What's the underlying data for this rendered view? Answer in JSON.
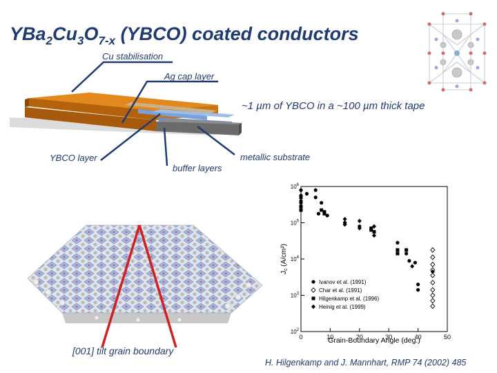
{
  "title": {
    "base": "YBa",
    "sub1": "2",
    "mid1": "Cu",
    "sub2": "3",
    "mid2": "O",
    "sub3": "7-x",
    "rest": " (YBCO) coated conductors"
  },
  "labels": {
    "cu_stab": "Cu stabilisation",
    "ag_cap": "Ag cap layer",
    "thickness": "~1 µm of YBCO in a ~100 µm thick tape",
    "ybco_layer": "YBCO layer",
    "buffer_layers": "buffer layers",
    "metallic_substrate": "metallic substrate",
    "grain_boundary": "[001] tilt grain boundary",
    "citation": "H. Hilgenkamp and J. Mannhart, RMP 74 (2002) 485"
  },
  "chart_data": {
    "type": "scatter",
    "xlabel": "Grain-Boundary Angle (deg.)",
    "ylabel": "J",
    "ylabel_sub": "c",
    "ylabel_unit": "(A/cm²)",
    "xlim": [
      0,
      50
    ],
    "ylim_log10": [
      2,
      6
    ],
    "x_ticks": [
      "0",
      "10",
      "20",
      "30",
      "40",
      "50"
    ],
    "y_ticks": [
      {
        "base": "10",
        "exp": "2",
        "log": 2
      },
      {
        "base": "10",
        "exp": "3",
        "log": 3
      },
      {
        "base": "10",
        "exp": "4",
        "log": 4
      },
      {
        "base": "10",
        "exp": "5",
        "log": 5
      },
      {
        "base": "10",
        "exp": "6",
        "log": 6
      }
    ],
    "legend": {
      "placement": "bottom-left",
      "entries": [
        {
          "name": "Ivanov et al. (1991)",
          "marker": "circle"
        },
        {
          "name": "Char et al. (1991)",
          "marker": "open-diamond"
        },
        {
          "name": "Hilgenkamp et al. (1996)",
          "marker": "square"
        },
        {
          "name": "Heinig et al. (1999)",
          "marker": "diamond"
        }
      ]
    },
    "series": [
      {
        "name": "Ivanov et al. (1991)",
        "marker": "circle",
        "points": [
          [
            0,
            5.9
          ],
          [
            0,
            5.75
          ],
          [
            0,
            5.6
          ],
          [
            0,
            5.55
          ],
          [
            2,
            5.8
          ],
          [
            5,
            5.9
          ],
          [
            5,
            5.7
          ],
          [
            6,
            5.25
          ],
          [
            7,
            5.55
          ],
          [
            9,
            5.2
          ],
          [
            15,
            5.0
          ],
          [
            20,
            4.9
          ],
          [
            33,
            4.45
          ],
          [
            36,
            4.15
          ],
          [
            37,
            3.95
          ],
          [
            39,
            3.9
          ],
          [
            40,
            3.3
          ],
          [
            40,
            3.15
          ]
        ]
      },
      {
        "name": "Char et al. (1991)",
        "marker": "open-diamond",
        "points": [
          [
            45,
            4.25
          ],
          [
            45,
            4.05
          ],
          [
            45,
            3.85
          ],
          [
            45,
            3.7
          ],
          [
            45,
            3.55
          ],
          [
            45,
            3.35
          ],
          [
            45,
            3.15
          ],
          [
            45,
            3.0
          ],
          [
            45,
            2.85
          ],
          [
            45,
            2.7
          ]
        ]
      },
      {
        "name": "Hilgenkamp et al. (1996)",
        "marker": "square",
        "points": [
          [
            0,
            5.7
          ],
          [
            0,
            5.45
          ],
          [
            0,
            5.35
          ],
          [
            7,
            5.35
          ],
          [
            8,
            5.3
          ],
          [
            8,
            5.25
          ],
          [
            24,
            4.85
          ],
          [
            24,
            4.8
          ],
          [
            25,
            4.75
          ],
          [
            33,
            4.25
          ],
          [
            33,
            4.15
          ],
          [
            36,
            4.25
          ]
        ]
      },
      {
        "name": "Heinig et al. (1999)",
        "marker": "diamond",
        "points": [
          [
            15,
            5.1
          ],
          [
            15,
            4.95
          ],
          [
            20,
            5.05
          ],
          [
            20,
            4.85
          ],
          [
            25,
            4.9
          ],
          [
            25,
            4.65
          ],
          [
            38,
            3.8
          ],
          [
            45,
            3.65
          ]
        ]
      }
    ]
  }
}
